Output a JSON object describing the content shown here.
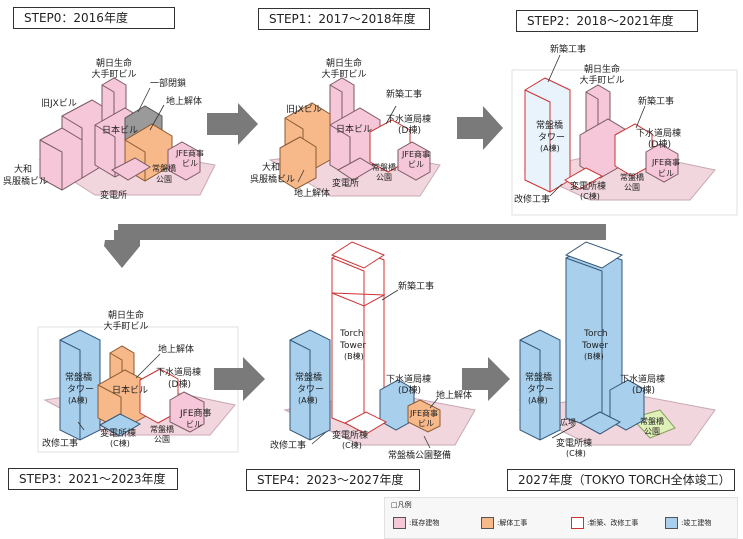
{
  "steps": {
    "s0": "STEP0：2016年度",
    "s1": "STEP1：2017～2018年度",
    "s2": "STEP2：2018～2021年度",
    "s3": "STEP3：2021～2023年度",
    "s4": "STEP4：2023～2027年度",
    "s5": "2027年度（TOKYO TORCH全体竣工）"
  },
  "labels": {
    "asahi": "朝日生命",
    "asahi2": "大手町ビル",
    "ichibu": "一部閉鎖",
    "jx": "旧JXビル",
    "nihon": "日本ビル",
    "chijo": "地上解体",
    "jfe": "JFE商事",
    "jfe2": "ビル",
    "daiwa": "大和",
    "daiwa2": "呉服橋ビル",
    "henden": "変電所",
    "park": "常盤橋",
    "park2": "公園",
    "shinchiku": "新築工事",
    "suido": "下水道局棟",
    "dbldg": "(D棟)",
    "tower_a": "常盤橋",
    "tower_a2": "タワー",
    "abldg": "(A棟)",
    "kaishu": "改修工事",
    "henden_c": "変電所棟",
    "cbldg": "(C棟)",
    "torch1": "Torch",
    "torch2": "Tower",
    "bbldg": "(B棟)",
    "park_seibi": "常盤橋公園整備",
    "hiroba": "広場"
  },
  "legend": {
    "title": "凡例",
    "items": [
      {
        "label": ":既存建物",
        "color": "#f6c7d8"
      },
      {
        "label": ":解体工事",
        "color": "#f7b98a"
      },
      {
        "label": ":新築、改修工事",
        "color": "#ffffff"
      },
      {
        "label": ":竣工建物",
        "color": "#a8d0ec"
      }
    ]
  },
  "colors": {
    "existing": "#f6c7d8",
    "demolition": "#f7b98a",
    "closed": "#9a9a9a",
    "completed": "#a8d0ec",
    "arrow": "#7a7a7a"
  }
}
